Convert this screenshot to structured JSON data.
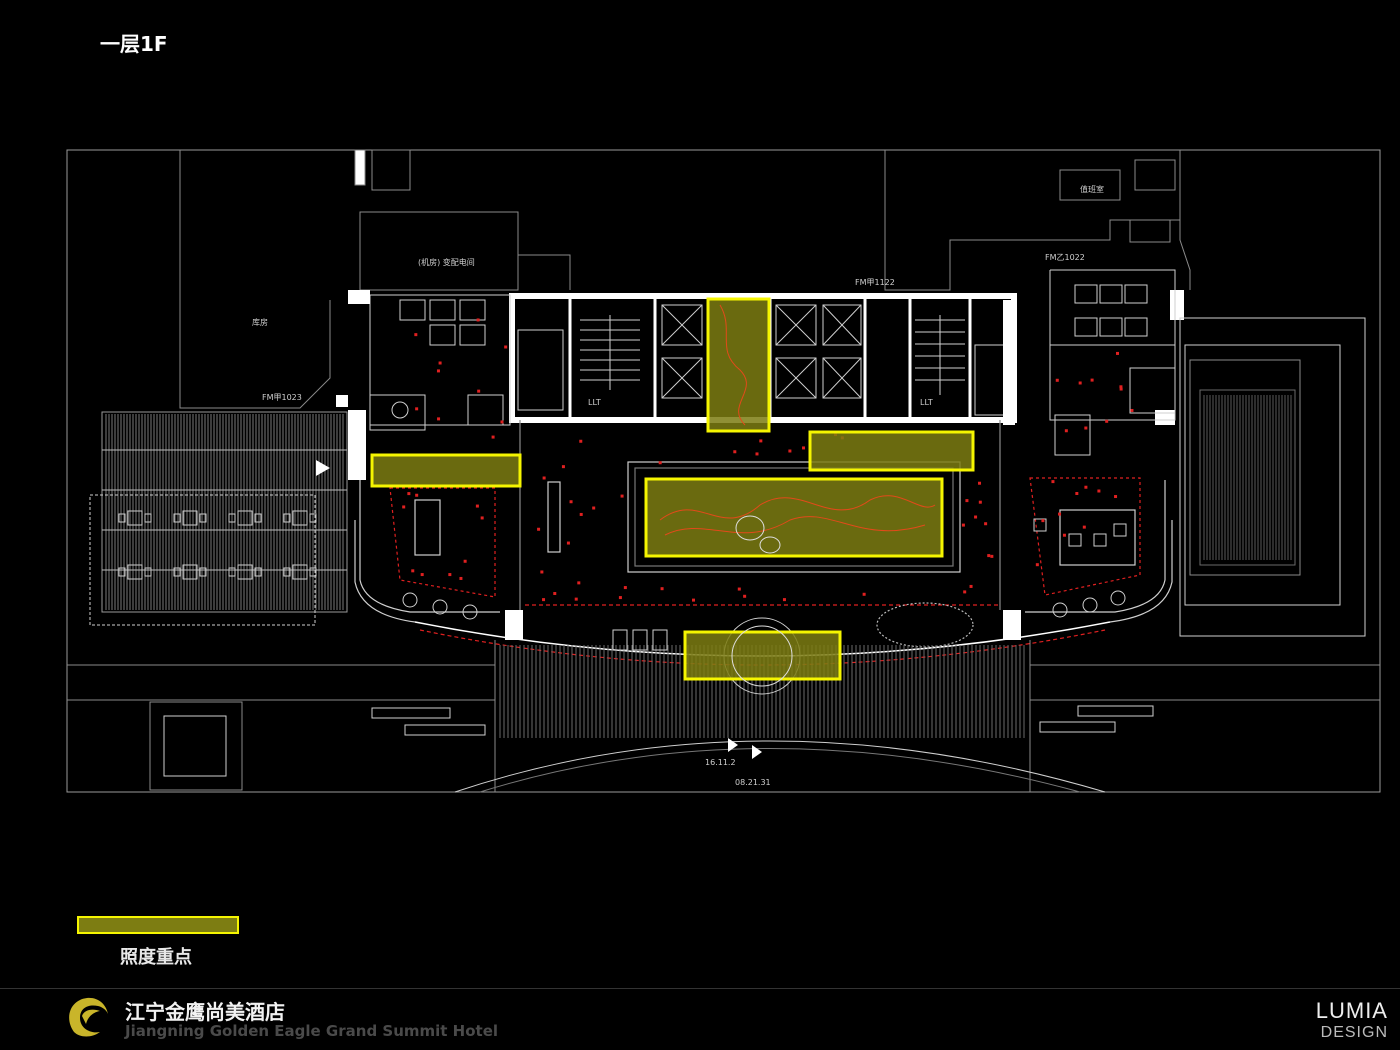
{
  "page": {
    "title": "一层1F"
  },
  "legend": {
    "label": "照度重点",
    "swatch_color": "#f5f500"
  },
  "plan_labels": {
    "lbl_a": "库房",
    "lbl_b": "(机房) 变配电间",
    "lbl_c": "FM甲1023",
    "lbl_d": "FM甲1122",
    "lbl_e": "FM乙1022",
    "lbl_f": "值班室",
    "lbl_g": "LLT",
    "lbl_h": "LLT",
    "lbl_i": "16.11.2",
    "lbl_j": "08.21.31"
  },
  "footer": {
    "hotel_cn": "江宁金鹰尚美酒店",
    "hotel_en": "Jiangning Golden Eagle Grand Summit Hotel",
    "brand_line1": "LUMIA",
    "brand_line2": "DESIGN"
  },
  "colors": {
    "highlight": "#f5f500",
    "highlight_fill": "#7d7d12",
    "line": "#cfcfcf",
    "accent_red": "#e02020"
  }
}
